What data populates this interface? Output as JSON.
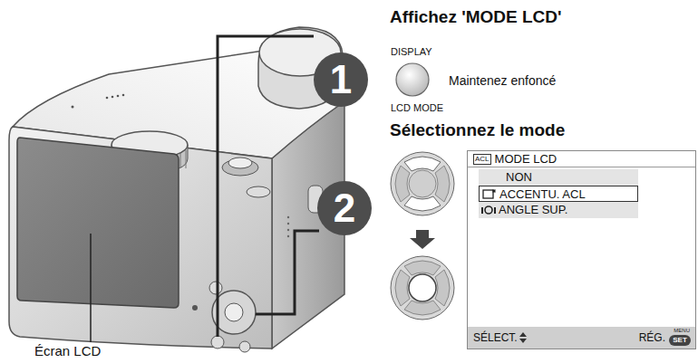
{
  "diagram": {
    "nodes": [
      {
        "text": [
          "1"
        ]
      },
      {
        "text": [
          "2"
        ]
      },
      {
        "text": [
          "ACL",
          "MODE LCD",
          "SÉLECT.",
          "RÉG.",
          "MENU",
          "SET"
        ]
      },
      {
        "text": [
          "NON"
        ],
        "in": 2
      },
      {
        "text": [
          "ACCENTU. ACL"
        ],
        "in": 2
      },
      {
        "text": [
          "ANGLE SUP."
        ],
        "in": 2
      }
    ],
    "labels": [
      "Affichez 'MODE LCD'",
      "DISPLAY",
      "Maintenez enfoncé",
      "LCD MODE",
      "Sélectionnez le mode",
      "Écran LCD"
    ]
  }
}
